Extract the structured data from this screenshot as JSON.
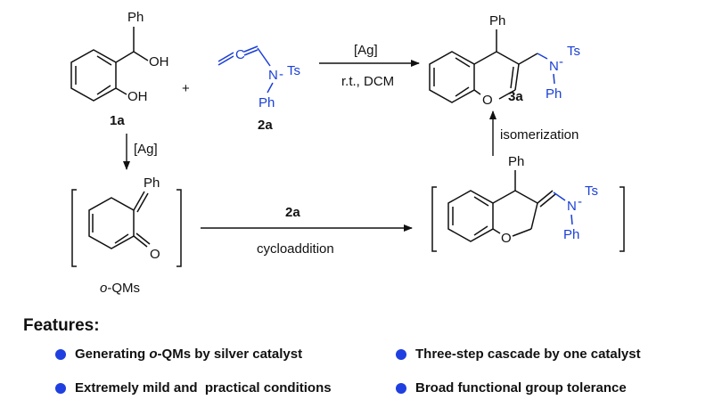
{
  "reaction": {
    "reagent_top": "[Ag]",
    "conditions_top": "r.t., DCM",
    "reagent_down": "[Ag]",
    "reagent_cyclo": "2a",
    "conditions_cyclo": "cycloaddition",
    "isomerization": "isomerization",
    "plus": "+"
  },
  "compounds": {
    "c1a": "1a",
    "c2a": "2a",
    "c3a": "3a",
    "oqm_prefix": "o",
    "oqm_suffix": "-QMs"
  },
  "atoms": {
    "ph": "Ph",
    "oh": "OH",
    "o": "O",
    "n": "N",
    "ts": "Ts",
    "dash": "-",
    "c_eq": "C"
  },
  "features": {
    "title": "Features:",
    "items": [
      {
        "pre": "Generating ",
        "em": "o",
        "post": "-QMs by silver catalyst"
      },
      {
        "pre": "Three-step cascade by one catalyst",
        "em": "",
        "post": ""
      },
      {
        "pre": "Extremely mild and  practical conditions",
        "em": "",
        "post": ""
      },
      {
        "pre": "Broad functional group tolerance",
        "em": "",
        "post": ""
      }
    ]
  },
  "colors": {
    "allenamide": "#1a3fd6",
    "bullet": "#1f3fe0"
  }
}
